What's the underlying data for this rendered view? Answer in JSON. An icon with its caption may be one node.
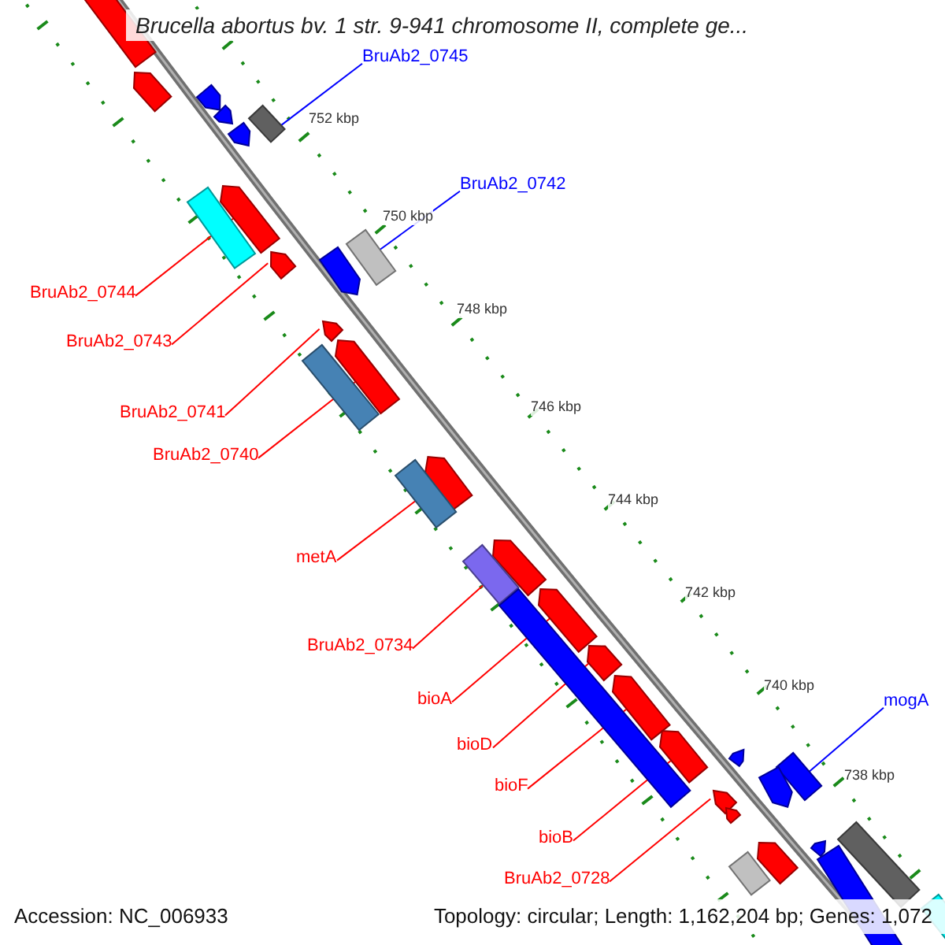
{
  "diagram": {
    "title": "Brucella abortus bv. 1 str. 9-941 chromosome II, complete ge...",
    "nodes": [
      {
        "text": [
          "BruAb2_0745"
        ]
      },
      {
        "text": [
          "BruAb2_0742"
        ]
      },
      {
        "text": [
          "BruAb2_0744"
        ]
      },
      {
        "text": [
          "BruAb2_0743"
        ]
      },
      {
        "text": [
          "BruAb2_0741"
        ]
      },
      {
        "text": [
          "BruAb2_0740"
        ]
      },
      {
        "text": [
          "metA"
        ]
      },
      {
        "text": [
          "BruAb2_0734"
        ]
      },
      {
        "text": [
          "bioA"
        ]
      },
      {
        "text": [
          "mogA"
        ]
      },
      {
        "text": [
          "bioD"
        ]
      },
      {
        "text": [
          "bioF"
        ]
      },
      {
        "text": [
          "bioB"
        ]
      },
      {
        "text": [
          "BruAb2_0728"
        ]
      },
      {
        "text": [],
        "shape": "bar"
      },
      {
        "text": [],
        "shape": "arrow"
      },
      {
        "text": [],
        "shape": "arrow"
      },
      {
        "text": [],
        "shape": "bar"
      },
      {
        "text": [],
        "shape": "arrow"
      },
      {
        "text": [],
        "shape": "arrow"
      },
      {
        "text": [],
        "shape": "arrow"
      },
      {
        "text": [],
        "shape": "bar"
      },
      {
        "text": [],
        "shape": "bar"
      },
      {
        "text": [],
        "shape": "arrow"
      },
      {
        "text": [],
        "shape": "arrow"
      },
      {
        "text": [],
        "shape": "arrow"
      },
      {
        "text": [],
        "shape": "arrow"
      },
      {
        "text": [],
        "shape": "bar"
      },
      {
        "text": [],
        "shape": "arrow"
      },
      {
        "text": [],
        "shape": "bar"
      },
      {
        "text": [],
        "shape": "arrow"
      },
      {
        "text": [],
        "shape": "bar"
      },
      {
        "text": [],
        "shape": "arrow"
      },
      {
        "text": [],
        "shape": "bar"
      },
      {
        "text": [],
        "shape": "arrow"
      },
      {
        "text": [],
        "shape": "arrow"
      },
      {
        "text": [],
        "shape": "arrow"
      },
      {
        "text": [],
        "shape": "arrow"
      },
      {
        "text": [],
        "shape": "bar"
      },
      {
        "text": [],
        "shape": "arrow"
      },
      {
        "text": [],
        "shape": "arrow"
      },
      {
        "text": [],
        "shape": "arrow"
      },
      {
        "text": [],
        "shape": "bar"
      },
      {
        "text": [],
        "shape": "arrow"
      },
      {
        "text": [],
        "shape": "arrow"
      },
      {
        "text": [],
        "shape": "bar"
      },
      {
        "text": [],
        "shape": "bar"
      },
      {
        "text": [],
        "shape": "bar"
      }
    ],
    "edges": [
      {
        "from": 0,
        "to": 17,
        "arrow": "none",
        "color": "#0000ff"
      },
      {
        "from": 1,
        "to": 22,
        "arrow": "none",
        "color": "#0000ff"
      },
      {
        "from": 2,
        "to": 20,
        "arrow": "none"
      },
      {
        "from": 3,
        "to": 23,
        "arrow": "none"
      },
      {
        "from": 4,
        "to": 25,
        "arrow": "none"
      },
      {
        "from": 5,
        "to": 26,
        "arrow": "none"
      },
      {
        "from": 6,
        "to": 28,
        "arrow": "none"
      },
      {
        "from": 7,
        "to": 30,
        "arrow": "none"
      },
      {
        "from": 8,
        "to": 32,
        "arrow": "none"
      },
      {
        "from": 9,
        "to": 38,
        "arrow": "none",
        "color": "#0000ff"
      },
      {
        "from": 10,
        "to": 34,
        "arrow": "none"
      },
      {
        "from": 11,
        "to": 35,
        "arrow": "none"
      },
      {
        "from": 12,
        "to": 36,
        "arrow": "none"
      },
      {
        "from": 13,
        "to": 40,
        "arrow": "none"
      }
    ],
    "labels": [
      "752 kbp",
      "750 kbp",
      "748 kbp",
      "746 kbp",
      "744 kbp",
      "742 kbp",
      "740 kbp",
      "738 kbp",
      "Accession: NC_006933",
      "Topology: circular; Length: 1,162,204 bp; Genes: 1,072"
    ]
  }
}
